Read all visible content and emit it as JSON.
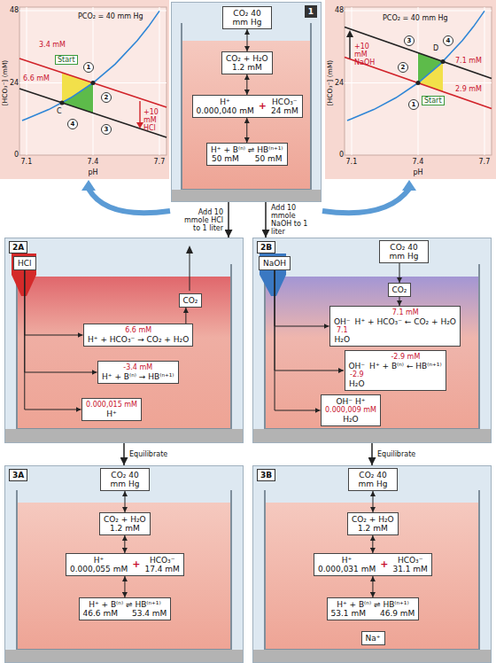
{
  "diagram": {
    "nodes": [
      {
        "text": [
          "1"
        ]
      },
      {
        "text": [
          "CO₂ 40 mm Hg"
        ],
        "in": 0
      },
      {
        "text": [
          "CO₂ + H₂O",
          "1.2 mM"
        ],
        "in": 0
      },
      {
        "text": [
          "H⁺",
          "0.000,040 mM",
          "+",
          "HCO₃⁻",
          "24 mM"
        ],
        "in": 0
      },
      {
        "text": [
          "H⁺ + B⁽ⁿ⁾ ⇌ HB⁽ⁿ⁺¹⁾",
          "50 mM",
          "50 mM"
        ],
        "in": 0
      },
      {
        "text": [
          "2A"
        ]
      },
      {
        "text": [
          "HCl"
        ],
        "in": 5
      },
      {
        "text": [
          "CO₂"
        ],
        "in": 5
      },
      {
        "text": [
          "6.6 mM",
          "H⁺ + HCO₃⁻ → CO₂ + H₂O"
        ],
        "in": 5
      },
      {
        "text": [
          "-3.4 mM",
          "H⁺ + B⁽ⁿ⁾ → HB⁽ⁿ⁺¹⁾"
        ],
        "in": 5
      },
      {
        "text": [
          "0.000,015 mM",
          "H⁺"
        ],
        "in": 5
      },
      {
        "text": [
          "2B"
        ]
      },
      {
        "text": [
          "NaOH"
        ],
        "in": 11
      },
      {
        "text": [
          "CO₂ 40 mm Hg"
        ],
        "in": 11
      },
      {
        "text": [
          "CO₂"
        ],
        "in": 11
      },
      {
        "text": [
          "7.1 mM",
          "OH⁻",
          "H⁺ + HCO₃⁻ ← CO₂ + H₂O",
          "7.1",
          "H₂O"
        ],
        "in": 11
      },
      {
        "text": [
          "-2.9 mM",
          "OH⁻",
          "H⁺ + B⁽ⁿ⁾ ← HB⁽ⁿ⁺¹⁾",
          "-2.9",
          "H₂O"
        ],
        "in": 11
      },
      {
        "text": [
          "OH⁻ H⁺",
          "0.000,009 mM",
          "H₂O"
        ],
        "in": 11
      },
      {
        "text": [
          "3A"
        ]
      },
      {
        "text": [
          "CO₂ 40 mm Hg"
        ],
        "in": 18
      },
      {
        "text": [
          "CO₂ + H₂O",
          "1.2 mM"
        ],
        "in": 18
      },
      {
        "text": [
          "H⁺",
          "0.000,055 mM",
          "+",
          "HCO₃⁻",
          "17.4 mM"
        ],
        "in": 18
      },
      {
        "text": [
          "H⁺ + B⁽ⁿ⁾ ⇌ HB⁽ⁿ⁺¹⁾",
          "46.6 mM",
          "53.4 mM"
        ],
        "in": 18
      },
      {
        "text": [
          "3B"
        ]
      },
      {
        "text": [
          "CO₂ 40 mm Hg"
        ],
        "in": 23
      },
      {
        "text": [
          "CO₂ + H₂O",
          "1.2 mM"
        ],
        "in": 23
      },
      {
        "text": [
          "H⁺",
          "0.000,031 mM",
          "+",
          "HCO₃⁻",
          "31.1 mM"
        ],
        "in": 23
      },
      {
        "text": [
          "H⁺ + B⁽ⁿ⁾ ⇌ HB⁽ⁿ⁺¹⁾",
          "53.1 mM",
          "46.9 mM"
        ],
        "in": 23
      },
      {
        "text": [
          "Na⁺"
        ],
        "in": 23
      }
    ],
    "edges": [
      {
        "from": 0,
        "to": 5,
        "arrow": "to",
        "label": "Add 10 mmole HCl to 1 liter"
      },
      {
        "from": 0,
        "to": 11,
        "arrow": "to",
        "label": "Add 10 mmole NaOH to 1 liter"
      },
      {
        "from": 5,
        "to": 18,
        "arrow": "to",
        "label": "Equilibrate"
      },
      {
        "from": 11,
        "to": 23,
        "arrow": "to",
        "label": "Equilibrate"
      },
      {
        "from": 1,
        "to": 2,
        "arrow": "both"
      },
      {
        "from": 2,
        "to": 3,
        "arrow": "both"
      },
      {
        "from": 3,
        "to": 4,
        "arrow": "both"
      },
      {
        "from": 6,
        "to": 8,
        "arrow": "to"
      },
      {
        "from": 6,
        "to": 9,
        "arrow": "to"
      },
      {
        "from": 6,
        "to": 10,
        "arrow": "to"
      },
      {
        "from": 8,
        "to": 7,
        "arrow": "to"
      },
      {
        "from": 12,
        "to": 15,
        "arrow": "to"
      },
      {
        "from": 12,
        "to": 16,
        "arrow": "to"
      },
      {
        "from": 12,
        "to": 17,
        "arrow": "to"
      },
      {
        "from": 13,
        "to": 14,
        "arrow": "to"
      },
      {
        "from": 14,
        "to": 15,
        "arrow": "to"
      },
      {
        "from": 19,
        "to": 20,
        "arrow": "both"
      },
      {
        "from": 20,
        "to": 21,
        "arrow": "both"
      },
      {
        "from": 21,
        "to": 22,
        "arrow": "both"
      },
      {
        "from": 24,
        "to": 25,
        "arrow": "both"
      },
      {
        "from": 25,
        "to": 26,
        "arrow": "both"
      },
      {
        "from": 26,
        "to": 27,
        "arrow": "both"
      }
    ],
    "labels": [
      "[HCO₃⁻] (mM)",
      "48",
      "24",
      "0",
      "7.1",
      "7.4",
      "7.7",
      "pH",
      "PCO₂ = 40 mm Hg",
      "3.4 mM",
      "6.6 mM",
      "Start",
      "1",
      "2",
      "C",
      "3",
      "4",
      "+10 mM HCl",
      "[HCO₃⁻] (mM)",
      "48",
      "24",
      "0",
      "7.1",
      "7.4",
      "7.7",
      "pH",
      "+10 mM NaOH",
      "PCO₂ = 40 mm Hg",
      "7.1 mM",
      "2.9 mM",
      "Start",
      "1",
      "2",
      "3",
      "D",
      "4"
    ]
  }
}
